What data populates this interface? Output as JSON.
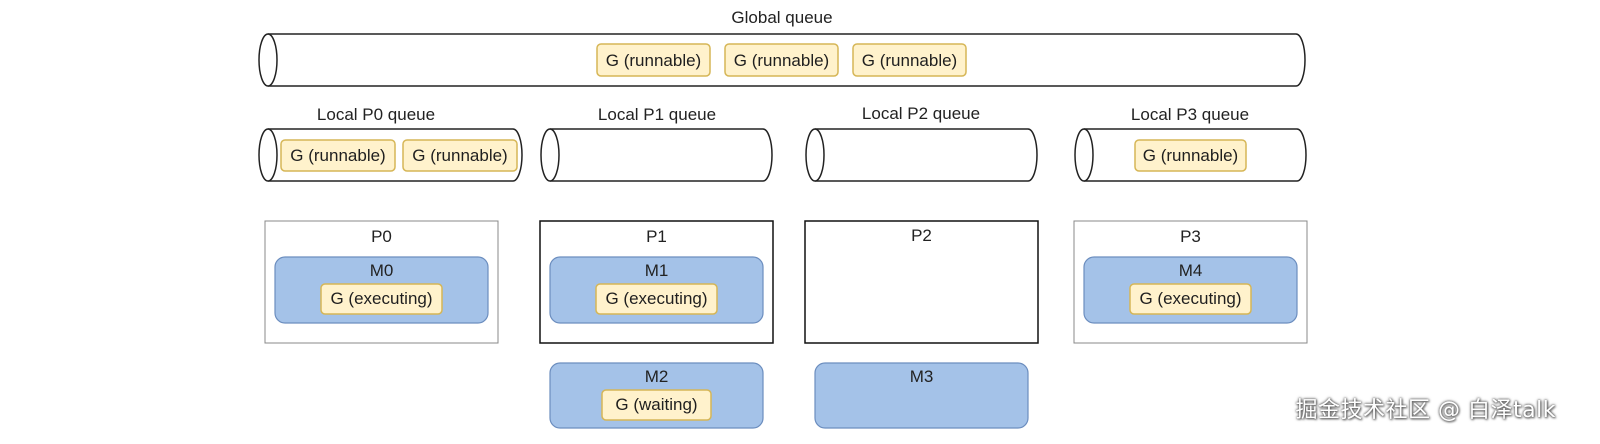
{
  "global_queue": {
    "title": "Global queue",
    "items": [
      "G (runnable)",
      "G (runnable)",
      "G (runnable)"
    ]
  },
  "local_queues": [
    {
      "title": "Local P0 queue",
      "items": [
        "G (runnable)",
        "G (runnable)"
      ]
    },
    {
      "title": "Local P1 queue",
      "items": []
    },
    {
      "title": "Local P2 queue",
      "items": []
    },
    {
      "title": "Local P3 queue",
      "items": [
        "G (runnable)"
      ]
    }
  ],
  "processors": [
    {
      "label": "P0",
      "machine": {
        "label": "M0",
        "goroutine": "G (executing)"
      }
    },
    {
      "label": "P1",
      "machine": {
        "label": "M1",
        "goroutine": "G (executing)"
      }
    },
    {
      "label": "P2",
      "machine": null
    },
    {
      "label": "P3",
      "machine": {
        "label": "M4",
        "goroutine": "G (executing)"
      }
    }
  ],
  "detached_machines": [
    {
      "label": "M2",
      "goroutine": "G (waiting)"
    },
    {
      "label": "M3",
      "goroutine": null
    }
  ],
  "watermark": "掘金技术社区 @ 白泽talk",
  "colors": {
    "machine_fill": "#a4c2e8",
    "machine_stroke": "#6c8ebf",
    "goroutine_fill": "#fff2cc",
    "goroutine_stroke": "#d6b656",
    "line": "#222222"
  }
}
